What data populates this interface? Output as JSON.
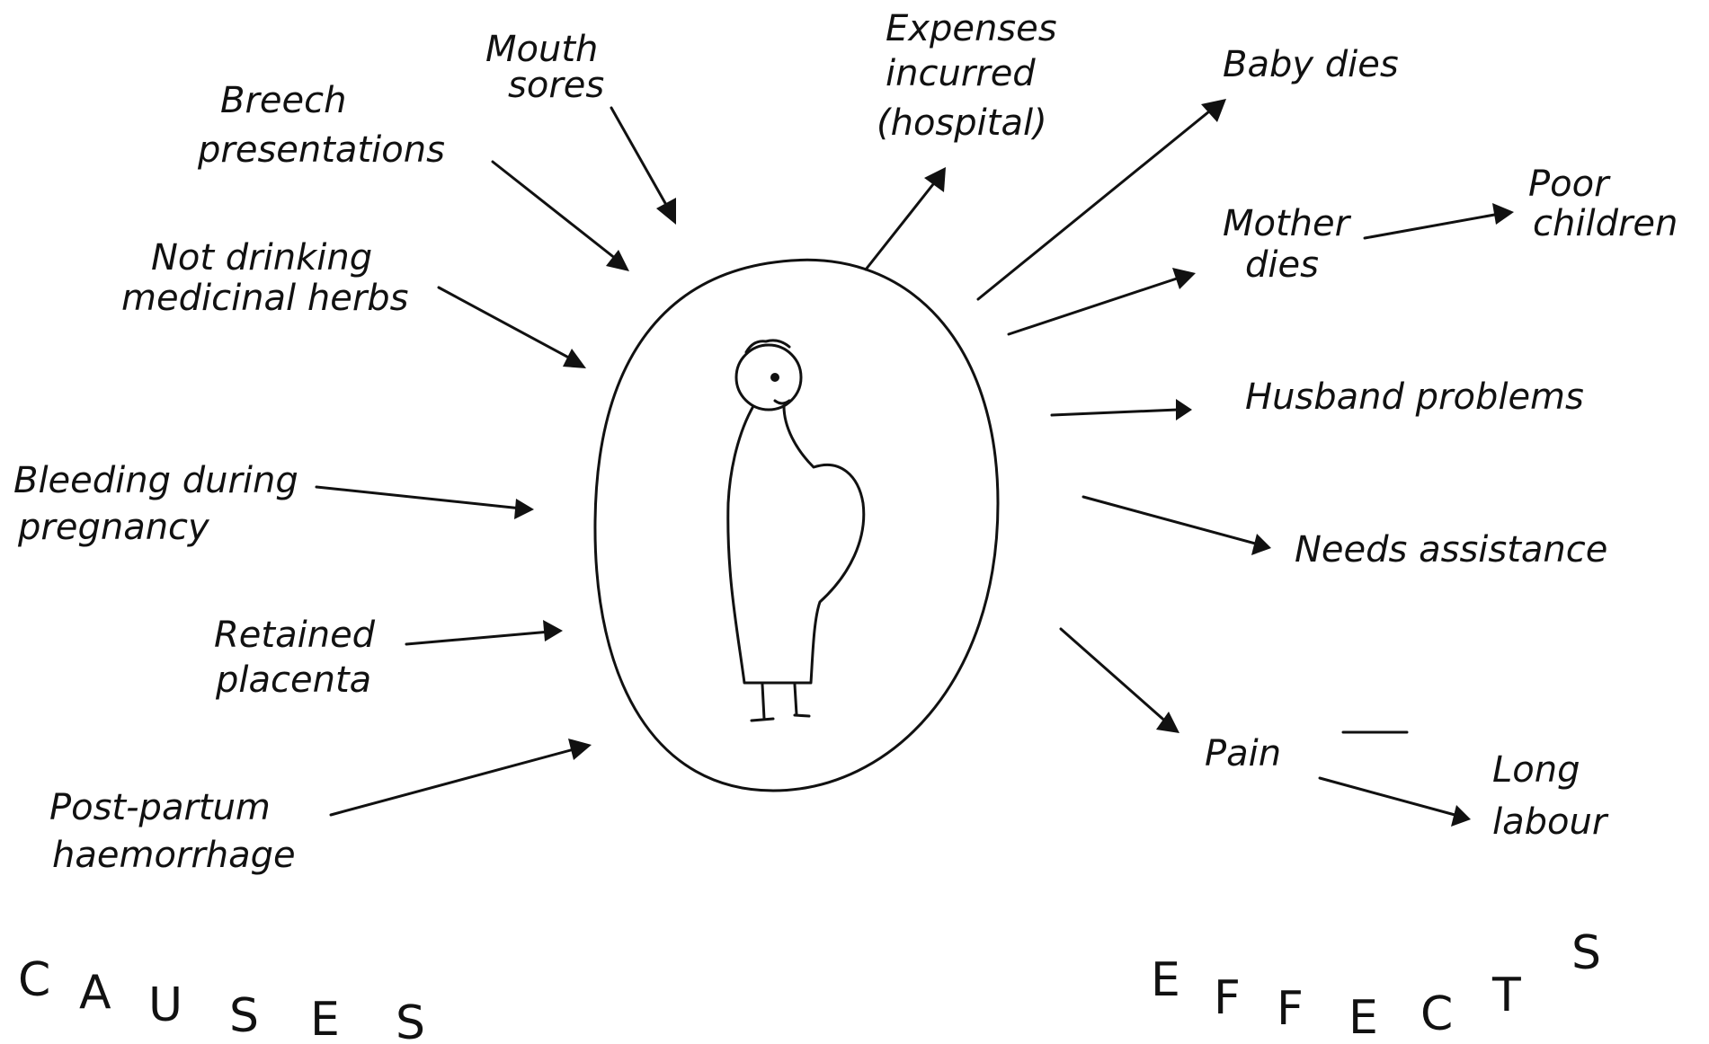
{
  "center_label": "",
  "causes": {
    "heading": [
      "C",
      "A",
      "U",
      "S",
      "E",
      "S"
    ],
    "items": [
      {
        "id": "mouth-sores",
        "lines": [
          "Mouth",
          "sores"
        ]
      },
      {
        "id": "breech-presentations",
        "lines": [
          "Breech",
          "presentations"
        ]
      },
      {
        "id": "not-drinking-herbs",
        "lines": [
          "Not drinking",
          "medicinal herbs"
        ]
      },
      {
        "id": "bleeding-during-pregnancy",
        "lines": [
          "Bleeding during",
          "pregnancy"
        ]
      },
      {
        "id": "retained-placenta",
        "lines": [
          "Retained",
          "placenta"
        ]
      },
      {
        "id": "post-partum-haemorrhage",
        "lines": [
          "Post-partum",
          "haemorrhage"
        ]
      }
    ]
  },
  "effects": {
    "heading": [
      "E",
      "F",
      "F",
      "E",
      "C",
      "T",
      "S"
    ],
    "items": [
      {
        "id": "expenses-incurred",
        "lines": [
          "Expenses",
          "incurred",
          "(hospital)"
        ]
      },
      {
        "id": "baby-dies",
        "lines": [
          "Baby dies"
        ]
      },
      {
        "id": "mother-dies",
        "lines": [
          "Mother",
          "dies"
        ]
      },
      {
        "id": "poor-children",
        "lines": [
          "Poor",
          "children"
        ]
      },
      {
        "id": "husband-problems",
        "lines": [
          "Husband problems"
        ]
      },
      {
        "id": "needs-assistance",
        "lines": [
          "Needs  assistance"
        ]
      },
      {
        "id": "pain",
        "lines": [
          "Pain"
        ]
      },
      {
        "id": "long-labour",
        "lines": [
          "Long",
          "labour"
        ]
      }
    ]
  },
  "icons": {
    "center_figure": "pregnant-woman-icon"
  },
  "colors": {
    "ink": "#111111",
    "paper": "#ffffff"
  }
}
